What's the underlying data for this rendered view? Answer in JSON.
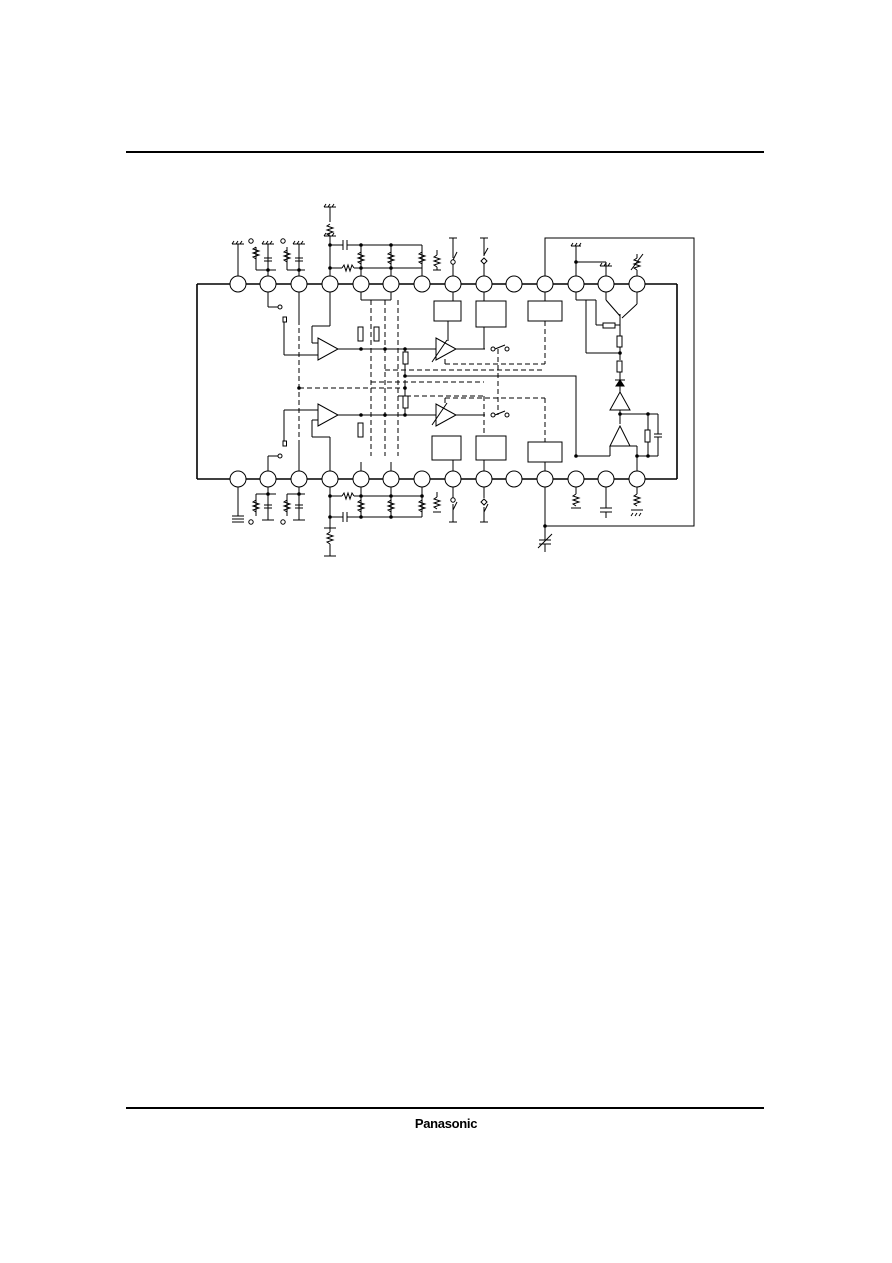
{
  "footer": {
    "brand": "Panasonic"
  },
  "diagram": {
    "type": "block-diagram",
    "pins_per_side": 14,
    "amplifier_channels": 2,
    "ink_color": "#000000"
  }
}
